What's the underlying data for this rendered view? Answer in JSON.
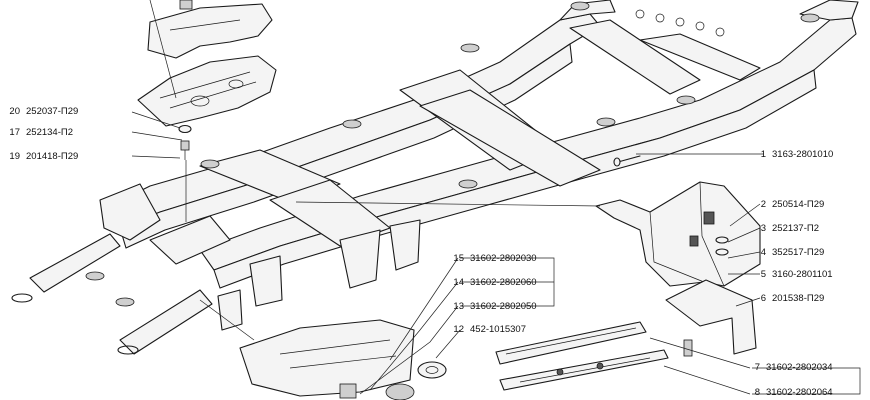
{
  "callouts": [
    {
      "num": "20",
      "part": "252037-П29"
    },
    {
      "num": "17",
      "part": "252134-П2"
    },
    {
      "num": "19",
      "part": "201418-П29"
    },
    {
      "num": "1",
      "part": "3163-2801010"
    },
    {
      "num": "2",
      "part": "250514-П29"
    },
    {
      "num": "3",
      "part": "252137-П2"
    },
    {
      "num": "4",
      "part": "352517-П29"
    },
    {
      "num": "5",
      "part": "3160-2801101"
    },
    {
      "num": "6",
      "part": "201538-П29"
    },
    {
      "num": "15",
      "part": "31602-2802030"
    },
    {
      "num": "14",
      "part": "31602-2802060"
    },
    {
      "num": "13",
      "part": "31602-2802050"
    },
    {
      "num": "12",
      "part": "452-1015307"
    },
    {
      "num": "7",
      "part": "31602-2802034"
    },
    {
      "num": "8",
      "part": "31602-2802064"
    }
  ]
}
